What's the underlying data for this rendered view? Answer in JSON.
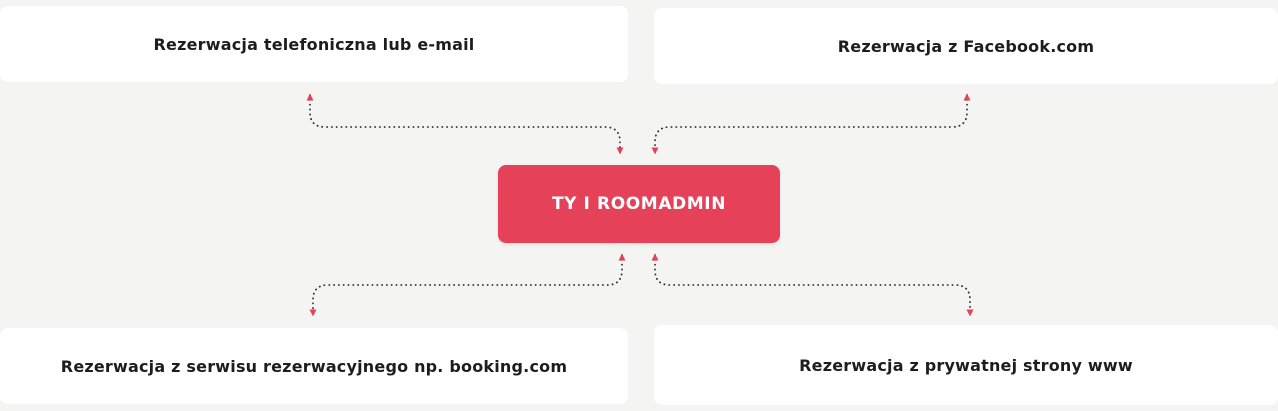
{
  "diagram": {
    "center": {
      "label": "TY I ROOMADMIN"
    },
    "nodes": [
      {
        "id": "phone-email",
        "label": "Rezerwacja telefoniczna lub e-mail",
        "position": "top-left"
      },
      {
        "id": "facebook",
        "label": "Rezerwacja z Facebook.com",
        "position": "top-right"
      },
      {
        "id": "booking",
        "label": "Rezerwacja z serwisu rezerwacyjnego np. booking.com",
        "position": "bottom-left"
      },
      {
        "id": "website",
        "label": "Rezerwacja z prywatnej strony www",
        "position": "bottom-right"
      }
    ],
    "connectors": [
      {
        "from": "phone-email",
        "to": "center",
        "style": "dotted-bidirectional"
      },
      {
        "from": "facebook",
        "to": "center",
        "style": "dotted-bidirectional"
      },
      {
        "from": "booking",
        "to": "center",
        "style": "dotted-bidirectional"
      },
      {
        "from": "website",
        "to": "center",
        "style": "dotted-bidirectional"
      }
    ]
  },
  "colors": {
    "background": "#f4f4f2",
    "card_background": "#ffffff",
    "accent": "#e5425a",
    "text": "#1d1d1d",
    "connector": "#2f2f2f"
  }
}
